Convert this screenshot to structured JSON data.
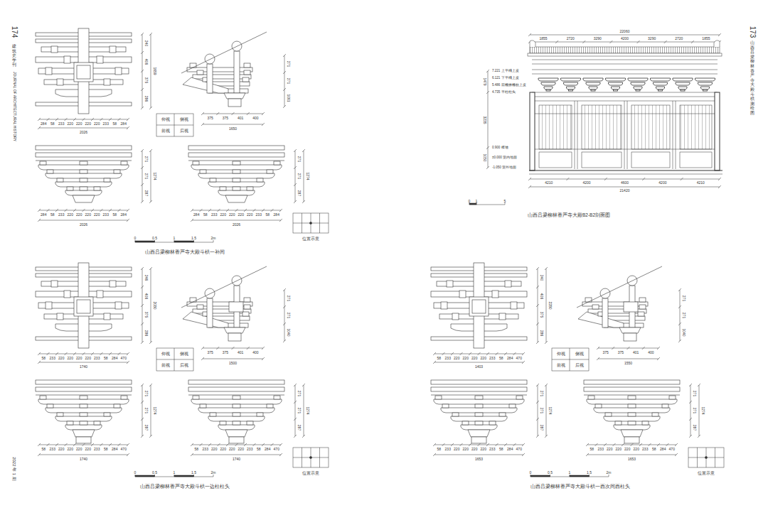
{
  "diagram": {
    "labels": [
      "174",
      "建筑史学刊",
      "JOURNAL OF ARCHITECTURAL HISTORY",
      "2022 年 1 期",
      "173",
      "山西吕梁柳林香严寺大殿斗栱测绘图",
      "240",
      "406",
      "375",
      "286",
      "1659",
      "284",
      "58",
      "233",
      "220",
      "220",
      "220",
      "220",
      "233",
      "58",
      "284",
      "2026",
      "271",
      "271",
      "1061",
      "375",
      "375",
      "401",
      "400",
      "1650",
      "仰视",
      "侧视",
      "前视",
      "后视",
      "271",
      "271",
      "287",
      "1274",
      "284",
      "58",
      "233",
      "220",
      "220",
      "220",
      "220",
      "233",
      "58",
      "284",
      "2026",
      "271",
      "271",
      "287",
      "1274",
      "284",
      "58",
      "233",
      "220",
      "220",
      "220",
      "220",
      "233",
      "58",
      "284",
      "2026",
      "位置示意",
      "0",
      "0.5",
      "1",
      "1.5",
      "2m",
      "山西吕梁柳林香严寺大殿斗栱一补间",
      "246",
      "406",
      "375",
      "286",
      "2080",
      "58",
      "233",
      "220",
      "220",
      "220",
      "220",
      "233",
      "58",
      "284",
      "470",
      "1740",
      "271",
      "271",
      "1040",
      "375",
      "375",
      "401",
      "400",
      "1500",
      "仰视",
      "侧视",
      "前视",
      "后视",
      "271",
      "271",
      "287",
      "1274",
      "58",
      "233",
      "220",
      "220",
      "220",
      "220",
      "233",
      "58",
      "284",
      "470",
      "1740",
      "271",
      "271",
      "287",
      "1274",
      "58",
      "233",
      "220",
      "220",
      "220",
      "220",
      "233",
      "58",
      "284",
      "470",
      "1740",
      "位置示意",
      "0",
      "0.5",
      "1",
      "1.5",
      "2m",
      "山西吕梁柳林香严寺大殿斗栱一边柱柱头",
      "22060",
      "1855",
      "2720",
      "3290",
      "4200",
      "3290",
      "2720",
      "1855",
      "7.221 上平槫上皮",
      "6.121 下平槫上皮",
      "5.486 前檐撩檐枋上皮",
      "4.735 平柱柱头",
      "0.900 槛墙",
      "±0.000 室内地面",
      "-1.050 室外地面",
      "1479",
      "3235",
      "1050",
      "4210",
      "4200",
      "4600",
      "4200",
      "4210",
      "21420",
      "0",
      "1",
      "5",
      "山西吕梁柳林香严寺大殿B2-B2剖面图",
      "240",
      "406",
      "375",
      "286",
      "2280",
      "58",
      "233",
      "220",
      "220",
      "220",
      "220",
      "233",
      "58",
      "284",
      "470",
      "1403",
      "271",
      "271",
      "1040",
      "375",
      "375",
      "401",
      "400",
      "1550",
      "仰视",
      "侧视",
      "前视",
      "后视",
      "271",
      "271",
      "287",
      "1274",
      "58",
      "233",
      "220",
      "220",
      "220",
      "220",
      "233",
      "58",
      "284",
      "470",
      "1653",
      "271",
      "271",
      "287",
      "1274",
      "58",
      "233",
      "220",
      "220",
      "220",
      "220",
      "233",
      "58",
      "284",
      "470",
      "1653",
      "位置示意",
      "0",
      "0.5",
      "1",
      "1.5",
      "2m",
      "山西吕梁柳林香严寺大殿斗栱一西次间西柱头"
    ]
  }
}
